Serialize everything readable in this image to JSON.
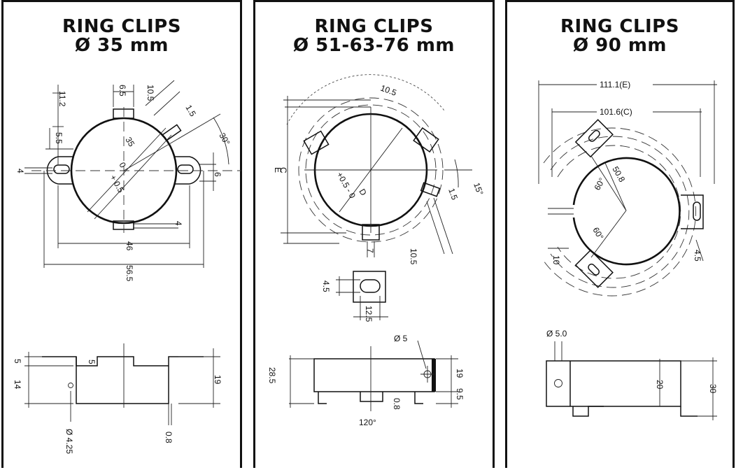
{
  "panel1": {
    "title_line1": "RING CLIPS",
    "title_line2": "Ø 35 mm",
    "dims": {
      "d11_2": "11.2",
      "d6_5": "6.5",
      "d10_5": "10.5",
      "d1_5": "1.5",
      "d30": "30°",
      "d5_5": "5.5",
      "d35": "35",
      "d0": "0",
      "d05": "+ 0.5",
      "d4a": "4",
      "d6": "6",
      "d4b": "4",
      "d46": "46",
      "d56_5": "56.5",
      "s5a": "5",
      "s5b": "5",
      "s14": "14",
      "s19": "19",
      "s4_25": "Ø 4.25",
      "s0_8": "0.8"
    }
  },
  "panel2": {
    "title_line1": "RING CLIPS",
    "title_line2": "Ø 51-63-76 mm",
    "dims": {
      "d10_5a": "10.5",
      "dE": "E",
      "dC": "C",
      "dD": "D",
      "d05": "+0.5 - 0",
      "d15deg": "15°",
      "d1_5": "1.5",
      "d10_5b": "10.5",
      "d7": "7",
      "d4_5": "4.5",
      "d12_5": "12.5",
      "s5": "Ø 5",
      "s28_5": "28.5",
      "s19": "19",
      "s9_5": "9.5",
      "s0_8": "0.8",
      "s120": "120°"
    }
  },
  "panel3": {
    "title_line1": "RING CLIPS",
    "title_line2": "Ø 90 mm",
    "dims": {
      "dE": "111.1(E)",
      "dC": "101.6(C)",
      "d60a": "60°",
      "d60b": "60°",
      "d50_8": "50.8",
      "d10": "10",
      "d4_5": "4.5",
      "s5": "Ø 5.0",
      "s20": "20",
      "s30": "30"
    }
  }
}
